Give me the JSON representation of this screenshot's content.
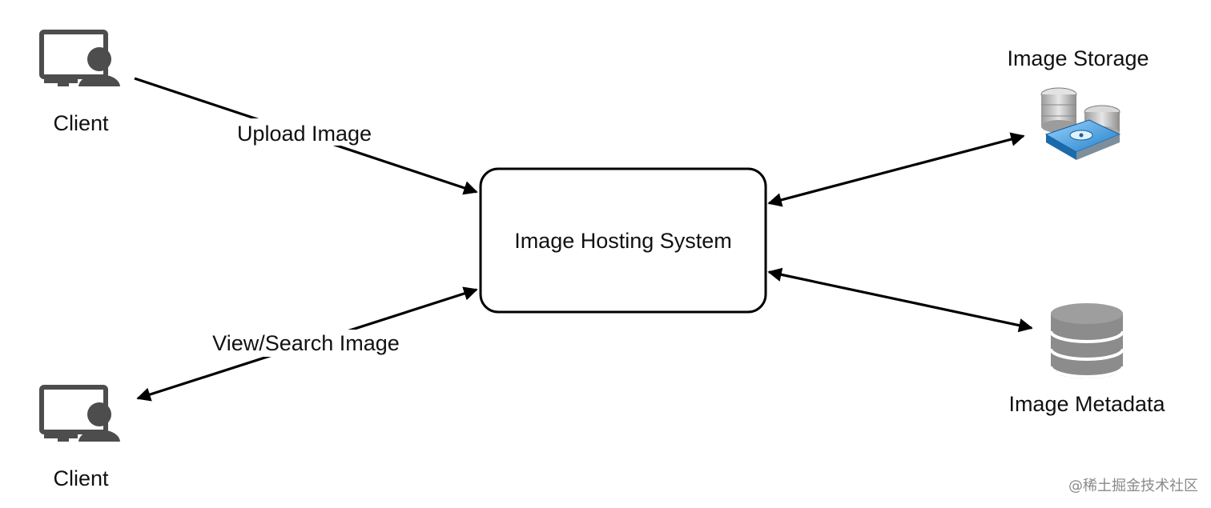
{
  "nodes": {
    "client_top": {
      "label": "Client",
      "icon": "desktop-user-icon"
    },
    "client_bottom": {
      "label": "Client",
      "icon": "desktop-user-icon"
    },
    "hosting_system": {
      "label": "Image Hosting System"
    },
    "image_storage": {
      "label": "Image Storage",
      "icon": "storage-disks-icon"
    },
    "image_metadata": {
      "label": "Image Metadata",
      "icon": "database-icon"
    }
  },
  "edges": {
    "upload": {
      "label": "Upload Image"
    },
    "view_search": {
      "label": "View/Search Image"
    }
  },
  "watermark": "@稀土掘金技术社区",
  "colors": {
    "line": "#000000",
    "icon_gray": "#4d4d4d",
    "db_gray": "#8c8c8c",
    "watermark": "#8a8a8a"
  }
}
